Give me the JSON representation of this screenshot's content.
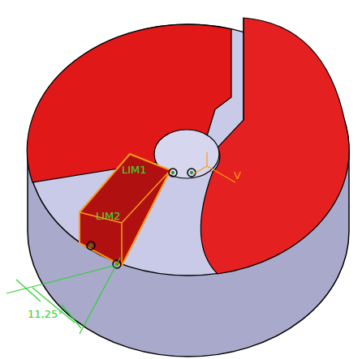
{
  "diagram": {
    "labels": [
      "LIM1",
      "LIM2",
      "11,25°",
      "V"
    ]
  }
}
